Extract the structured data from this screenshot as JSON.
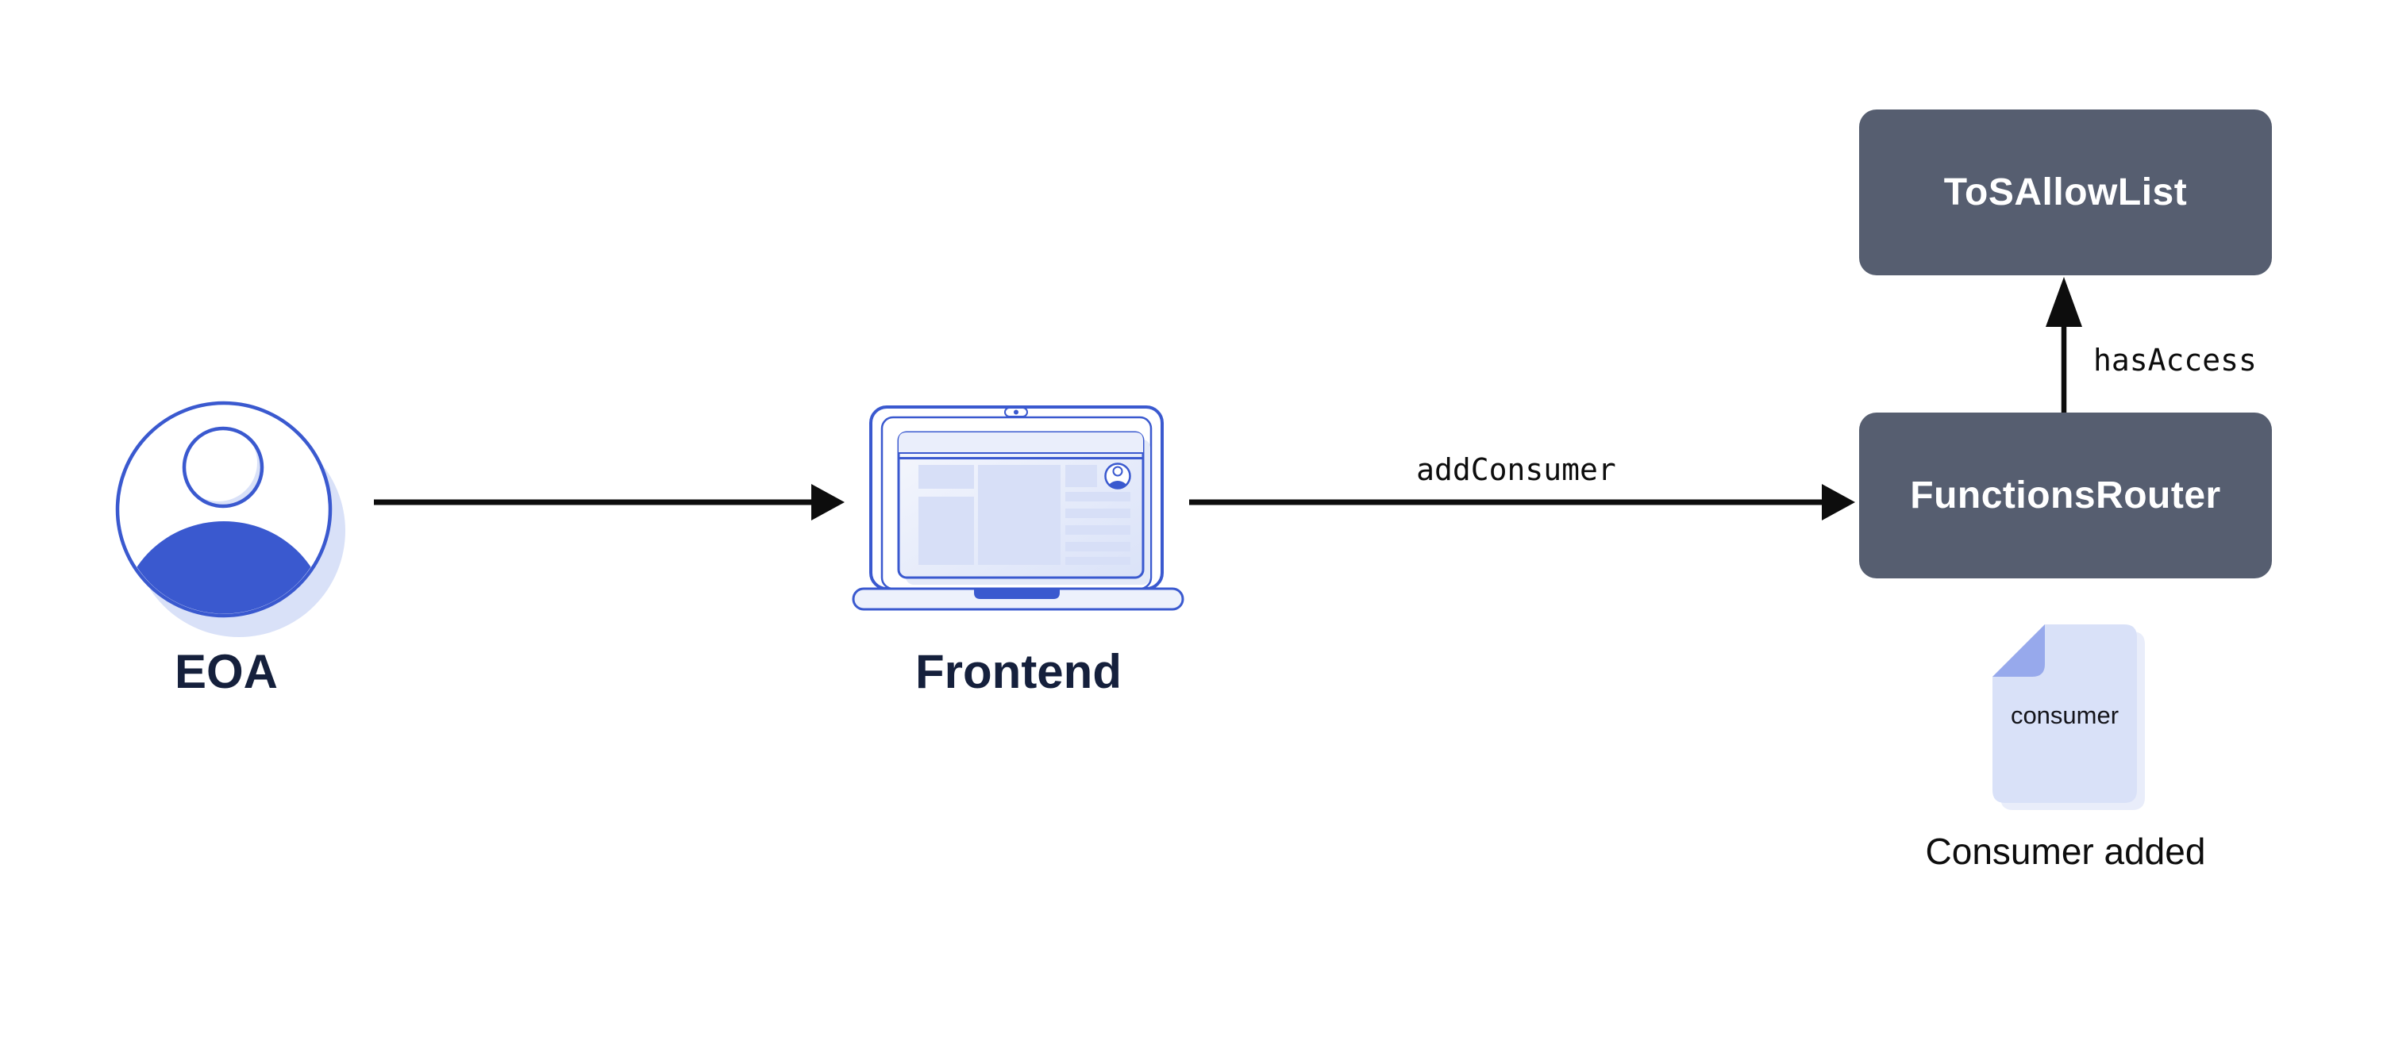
{
  "diagram": {
    "nodes": {
      "eoa": {
        "label": "EOA",
        "icon": "user-avatar-icon"
      },
      "frontend": {
        "label": "Frontend",
        "icon": "laptop-browser-icon"
      },
      "functions_router": {
        "label": "FunctionsRouter",
        "shape": "rounded-rect"
      },
      "tos_allow_list": {
        "label": "ToSAllowList",
        "shape": "rounded-rect"
      }
    },
    "edges": {
      "eoa_to_frontend": {
        "from": "EOA",
        "to": "Frontend"
      },
      "frontend_to_functions_router": {
        "from": "Frontend",
        "to": "FunctionsRouter",
        "label": "addConsumer"
      },
      "functions_router_to_tos_allow_list": {
        "from": "FunctionsRouter",
        "to": "ToSAllowList",
        "label": "hasAccess"
      }
    },
    "artifact": {
      "icon": "document-file-icon",
      "file_label": "consumer",
      "caption": "Consumer added"
    },
    "colors": {
      "background": "#FFFFFF",
      "accent_blue": "#3A59CF",
      "light_lavender": "#D9E1F8",
      "pale_lavender": "#ECF0FB",
      "fold_blue": "#97A9EC",
      "node_slate": "#565E70",
      "node_text": "#FFFFFF",
      "icon_label_navy": "#15203C",
      "edge_black": "#0D0D0D"
    }
  }
}
